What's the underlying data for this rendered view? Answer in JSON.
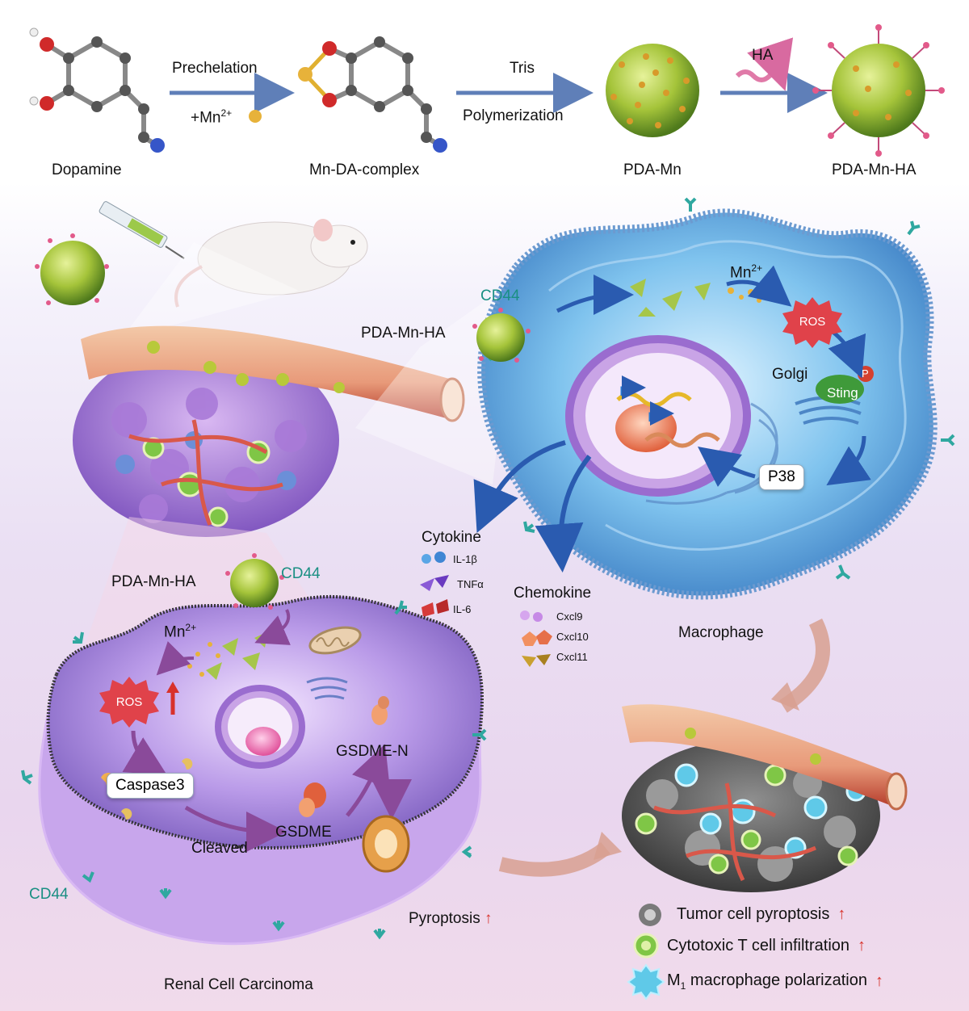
{
  "synthesis": {
    "compounds": [
      "Dopamine",
      "Mn-DA-complex",
      "PDA-Mn",
      "PDA-Mn-HA"
    ],
    "step1_top": "Prechelation",
    "step1_bottom": "+Mn",
    "step1_sup": "2+",
    "step2_top": "Tris",
    "step2_bottom": "Polymerization",
    "step3_top": "HA"
  },
  "macrophage": {
    "cd44": "CD44",
    "particle": "PDA-Mn-HA",
    "mn": "Mn",
    "mn_sup": "2+",
    "ros": "ROS",
    "golgi": "Golgi",
    "sting": "Sting",
    "p": "P",
    "p38": "P38",
    "title": "Macrophage"
  },
  "cytokine": {
    "title": "Cytokine",
    "items": [
      "IL-1β",
      "TNFα",
      "IL-6"
    ]
  },
  "chemokine": {
    "title": "Chemokine",
    "items": [
      "Cxcl9",
      "Cxcl10",
      "Cxcl11"
    ]
  },
  "rcc": {
    "particle": "PDA-Mn-HA",
    "cd44_top": "CD44",
    "cd44_left": "CD44",
    "mn": "Mn",
    "mn_sup": "2+",
    "ros": "ROS",
    "caspase": "Caspase3",
    "gsdme": "GSDME",
    "gsdme_n": "GSDME-N",
    "cleaved": "Cleaved",
    "pyroptosis": "Pyroptosis",
    "title": "Renal Cell Carcinoma"
  },
  "legend": {
    "row1": "Tumor cell pyroptosis",
    "row2": "Cytotoxic T cell infiltration",
    "row3_prefix": "M",
    "row3_sub": "1",
    "row3_suffix": " macrophage polarization",
    "arrow": "↑"
  },
  "colors": {
    "teal": "#1a8f83",
    "arrow_blue": "#5f7fb8",
    "ros_red": "#e0424a",
    "particle_green": "#8fb83a",
    "up_red": "#d8322b"
  }
}
